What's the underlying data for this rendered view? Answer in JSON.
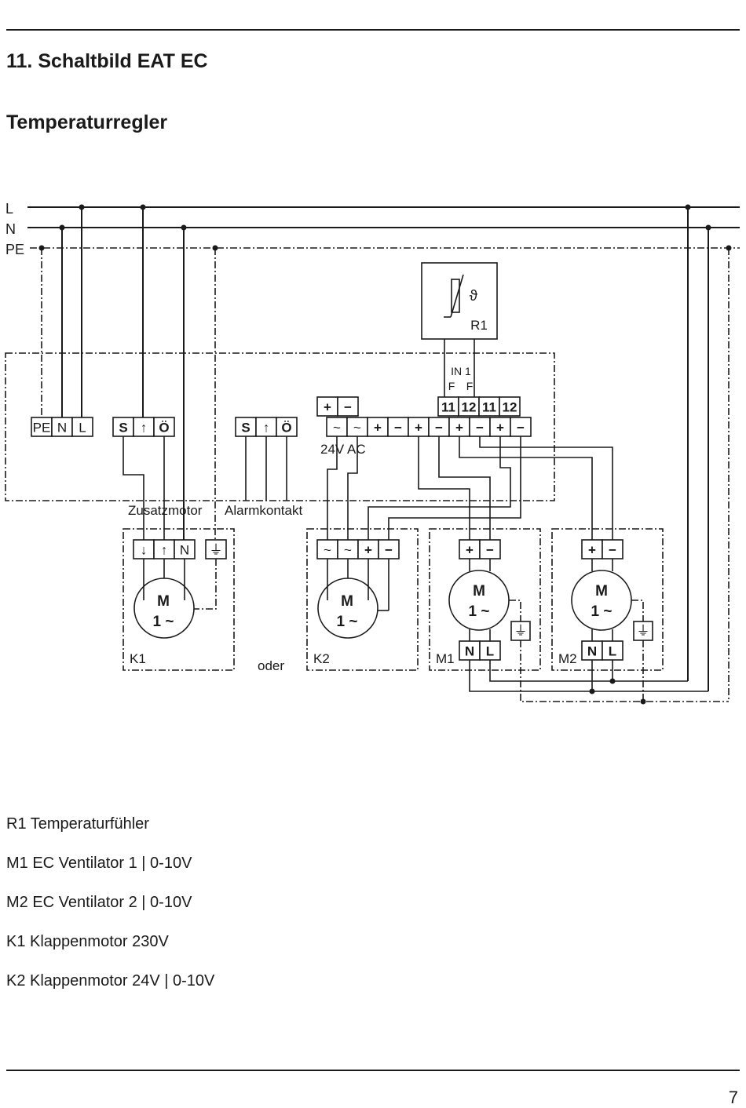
{
  "header": {
    "title": "11. Schaltbild EAT EC",
    "subtitle": "Temperaturregler"
  },
  "diagram": {
    "bus_labels": {
      "l": "L",
      "n": "N",
      "pe": "PE"
    },
    "sensor": {
      "label": "R1",
      "symbol": "ϑ",
      "input_label": "IN 1",
      "f1": "F",
      "f2": "F"
    },
    "controller": {
      "terminals_left": [
        "PE",
        "N",
        "L"
      ],
      "terminals_motor": [
        "S",
        "↑",
        "Ö"
      ],
      "terminals_alarm": [
        "S",
        "↑",
        "Ö"
      ],
      "terminals_top_small": [
        "+",
        "−"
      ],
      "terminals_top_sensor": [
        "11",
        "12",
        "11",
        "12"
      ],
      "terminals_bottom": [
        "~",
        "~",
        "+",
        "−",
        "+",
        "−",
        "+",
        "−",
        "+",
        "−"
      ],
      "supply_label": "24V AC",
      "label_zusatzmotor": "Zusatzmotor",
      "label_alarmkontakt": "Alarmkontakt"
    },
    "k1": {
      "label": "K1",
      "terminals": [
        "↓",
        "↑",
        "N",
        "⏚"
      ],
      "motor_m": "M",
      "motor_phase": "1 ~"
    },
    "oder": "oder",
    "k2": {
      "label": "K2",
      "terminals": [
        "~",
        "~",
        "+",
        "−"
      ],
      "motor_m": "M",
      "motor_phase": "1 ~"
    },
    "m1": {
      "label": "M1",
      "terminals_top": [
        "+",
        "−"
      ],
      "terminals_bottom": [
        "N",
        "L"
      ],
      "motor_m": "M",
      "motor_phase": "1 ~"
    },
    "m2": {
      "label": "M2",
      "terminals_top": [
        "+",
        "−"
      ],
      "terminals_bottom": [
        "N",
        "L"
      ],
      "motor_m": "M",
      "motor_phase": "1 ~"
    }
  },
  "legend": [
    "R1 Temperaturfühler",
    "M1 EC Ventilator 1 | 0-10V",
    "M2 EC Ventilator 2 | 0-10V",
    "K1 Klappenmotor 230V",
    "K2 Klappenmotor 24V | 0-10V"
  ],
  "page_number": "7"
}
